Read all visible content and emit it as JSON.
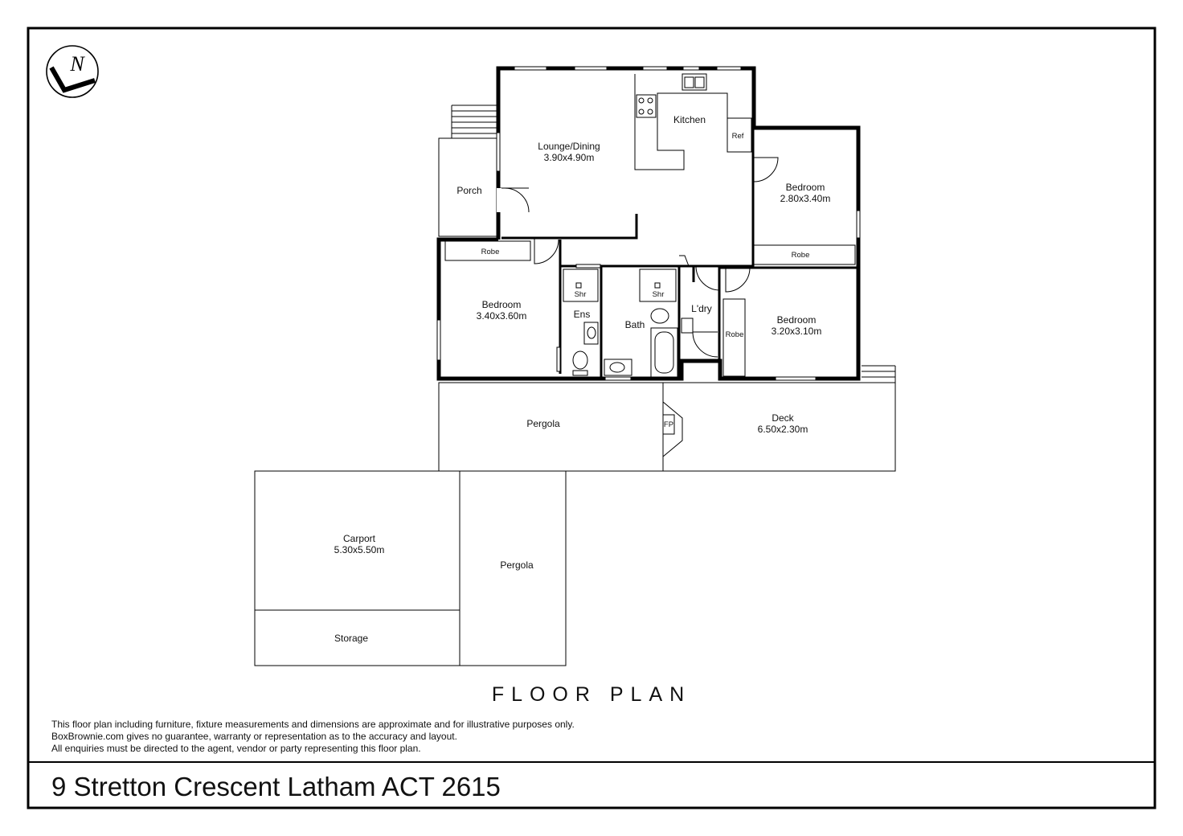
{
  "logo": {
    "letter": "N",
    "icon": "north-arrow-logo-icon"
  },
  "rooms": {
    "lounge": {
      "name": "Lounge/Dining",
      "size": "3.90x4.90m"
    },
    "kitchen": {
      "name": "Kitchen"
    },
    "ref": {
      "name": "Ref"
    },
    "porch": {
      "name": "Porch"
    },
    "bedroom_ne": {
      "name": "Bedroom",
      "size": "2.80x3.40m"
    },
    "robe_ne": {
      "name": "Robe"
    },
    "robe_w": {
      "name": "Robe"
    },
    "bedroom_w": {
      "name": "Bedroom",
      "size": "3.40x3.60m"
    },
    "ens_shr": {
      "name": "Shr"
    },
    "ens": {
      "name": "Ens"
    },
    "bath_shr": {
      "name": "Shr"
    },
    "bath": {
      "name": "Bath"
    },
    "ldry": {
      "name": "L'dry"
    },
    "bedroom_e": {
      "name": "Bedroom",
      "size": "3.20x3.10m"
    },
    "robe_e": {
      "name": "Robe"
    },
    "pergola_1": {
      "name": "Pergola"
    },
    "fp": {
      "name": "FP"
    },
    "deck": {
      "name": "Deck",
      "size": "6.50x2.30m"
    },
    "carport": {
      "name": "Carport",
      "size": "5.30x5.50m"
    },
    "storage": {
      "name": "Storage"
    },
    "pergola_2": {
      "name": "Pergola"
    }
  },
  "title": "FLOOR PLAN",
  "disclaimer": [
    "This floor plan including furniture, fixture measurements and dimensions are approximate and for illustrative purposes only.",
    "BoxBrownie.com gives no guarantee, warranty or representation as to the accuracy and layout.",
    "All enquiries must be directed to the agent, vendor or party representing this floor plan."
  ],
  "address": "9 Stretton Crescent Latham ACT 2615"
}
